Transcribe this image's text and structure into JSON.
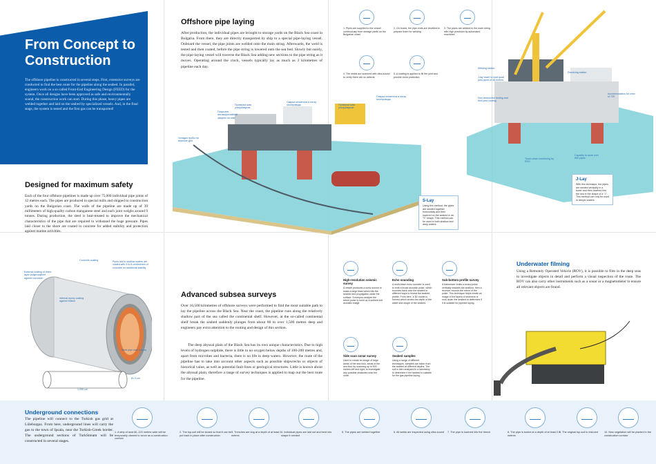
{
  "hero": {
    "title": "From Concept to Construction",
    "body": "The offshore pipeline is constructed in several steps. First, extensive surveys are conducted to find the best route for the pipeline along the seabed. In parallel, engineers work on a so called Front-End Engineering Design (FEED) for the system. Once all designs have been approved as safe and environmentally sound, the construction work can start. During this phase, heavy pipes are welded together and laid on the seabed by specialized vessels. And, in the final stage, the system is tested and the first gas can be transported!"
  },
  "safety": {
    "title": "Designed for maximum safety",
    "body": "Each of the four offshore pipelines is made up over 75,000 individual pipe joints of 12 metres each. The pipes are produced in special mills and shipped to construction yards on the Bulgarian coast. The walls of the pipeline are made up of 39 millimeters of high-quality carbon manganese steel and each joint weighs around 9 tonnes. During production, the steel is heat-treated to improve the mechanical characteristics of the pipe that are required to withstand the huge pressure. Pipes laid closer to the shore are coated in concrete for added stability and protection against marine activities.",
    "labels": {
      "concrete": "Concrete coating",
      "steel_inside": "Pipes laid in shallow waters are coated with 5 to 8 centimetres of concrete for additional stability",
      "external": "External coating of three-layer polypropylene against corrosion",
      "epoxy": "Internal epoxy coating against friction",
      "wall": "Steel pipe wall: 3.9 cm",
      "diameter": "81.3 cm",
      "length": "1,200 cm"
    }
  },
  "pipelaying": {
    "title": "Offshore pipe laying",
    "body": "After production, the individual pipes are brought to storage yards on the Black Sea coast in Bulgaria. From there, they are directly transported by ship to a special pipe-laying vessel. Onboard the vessel, the pipe joints are welded onto the main string. Afterwards, the weld is tested and then coated, before the pipe string is lowered onto the sea bed. Slowly but surely, the pipe-laying vessel will traverse the Black Sea adding new sections to the pipe string as it moves. Operating around the clock, vessels typically lay as much as 3 kilometres of pipeline each day.",
    "callouts": [
      "Проверка шва ультразвуком",
      "Сварка сегментов в нитку газопровода",
      "Покрытие антикоррозийной защиты на шве",
      "Проверка шва ультразвуком",
      "Сварка сегментов в нитку газопровода",
      "Укладка трубы на морское дно"
    ]
  },
  "steps_top": [
    {
      "label": "1. Pipes are supplied to the vessel continuously from storage yards on the Bulgarian coast"
    },
    {
      "label": "2. On board, the pipe ends are bevelled to prepare them for welding"
    },
    {
      "label": "3. The pipes are welded to the main string with high precision by automated machines"
    },
    {
      "label": "4. The welds are scanned with ultra-sound to verify there are no defects"
    },
    {
      "label": "5. A coating is applied to fill the joint and provide extra protection"
    }
  ],
  "jlay_labels": {
    "welding": "Welding station",
    "jlay": "J-lay tower to load quad joint pipes of 48 metres",
    "ndt": "Non-destructive testing and field joint coating",
    "revolving": "Revolving station",
    "accommodation": "Accommodation for crew of 725",
    "rov": "Touch-down monitoring by ROV",
    "capacity": "Capacity to store over 600 pipes"
  },
  "slay": {
    "title": "S-Lay",
    "body": "Using this method, the pipes are welded together horizontally and then lowered on the seabed in an \"S\" shape. This method can be used in both shallow and deep waters."
  },
  "jlay": {
    "title": "J-Lay",
    "body": "With this technique, the pipes are welded vertically in a tower and then lowered into the sea in the shape of a \"J\". This method can only be used in deeper waters."
  },
  "surveys": {
    "title": "Advanced subsea surveys",
    "body1": "Over 16,500 kilometres of offshore surveys were performed to find the most suitable path to lay the pipeline across the Black Sea. Near the coast, the pipeline runs along the relatively shallow part of the sea called the continental shelf. However, at the so-called continental shelf break the seabed suddenly plunges from about 80 to over 1,500 metres deep and engineers pay extra attention to the routing and design of this section.",
    "body2": "The deep abyssal plain of the Black Sea has its own unique characteristics. Due to high levels of hydrogen sulphide, there is little to no oxygen below depths of 100-200 metres and, apart from microbes and bacteria, there is no life in deep waters. However, the route of the pipeline has to take into account other aspects such as possible shipwrecks or objects of historical value, as well as potential fault lines or geological structures. Little is known about the abyssal plain, therefore a range of survey techniques is applied to map out the best route for the pipeline.",
    "items": [
      {
        "head": "High-resolution seismic survey",
        "text": "A vessel produces a sonic source to make a large blast which hits the seabed and propagates under the surface. Surveyors analyze the return pulse to build up a subsea soil acoustic image."
      },
      {
        "head": "Echo sounding",
        "text": "A multi-beam echo sounder is used to emit a broad acoustic pulse, which bounces back onto the seabed in different ways to reveal the seabed profile. From here, a 3D model is formed which shows the depth of the water and shape of the seabed."
      },
      {
        "head": "Sub-bottom profile survey",
        "text": "A transducer emits a sound pulse vertically towards the seafloor, then a receiver records the return of the pulse. This technique helps create an image of the layers of sediment or rock under the seabed to determine if it is suitable for pipeline laying."
      },
      {
        "head": "Side scan sonar survey",
        "text": "Used to create an image of large areas of the sea floor, areas of the sea floor by scanning up to 500 metres left and right, to investigate any possible obstacles near the route."
      },
      {
        "head": "Seabed samples",
        "text": "Using a range of different techniques, samples are taken from the seabed at different depths. The soil is then analysed in a laboratory to determine if the seabed is suitable for the gas pipeline laying."
      }
    ]
  },
  "underwater": {
    "title": "Underwater filming",
    "body": "Using a Remotely Operated Vehicle (ROV), it is possible to film in the deep seas to investigate objects in detail and perform a visual inspection of the route. The ROV can also carry other instruments such as a sonar or a magnetometer to ensure all relevant objects are found."
  },
  "underground": {
    "title": "Underground connections",
    "body": "The pipeline will connect to the Turkish gas grid at Lüleburgaz. From here, underground lines will carry the gas to the town of Ipsala, near the Turkish-Greek border. The underground sections of TurkStream will be constructed in several stages."
  },
  "steps_bottom": [
    {
      "label": "1. A strip of land 60–120 metres wide will be temporarily cleared to serve as a construction corridor"
    },
    {
      "label": "2. The top-soil will be stored so that it can be put back in place after construction"
    },
    {
      "label": "3. Trenches are dug at a depth of at least 2 metres"
    },
    {
      "label": "4. Individual pipes are laid out and bent into shape if needed"
    },
    {
      "label": "5. The pipes are welded together"
    },
    {
      "label": "6. All welds are inspected using ultra-sound"
    },
    {
      "label": "7. The pipe is lowered into the trench"
    },
    {
      "label": "8. The pipe is buried at a depth of at least 2.5 metres"
    },
    {
      "label": "9. The original top-soil is restored"
    },
    {
      "label": "10. New vegetation will be planted in the construction corridor"
    }
  ],
  "colors": {
    "brand": "#0b5cab",
    "panel": "#e9f1fa",
    "sea": "#7fd0d8",
    "seabed": "#d9c58a"
  }
}
